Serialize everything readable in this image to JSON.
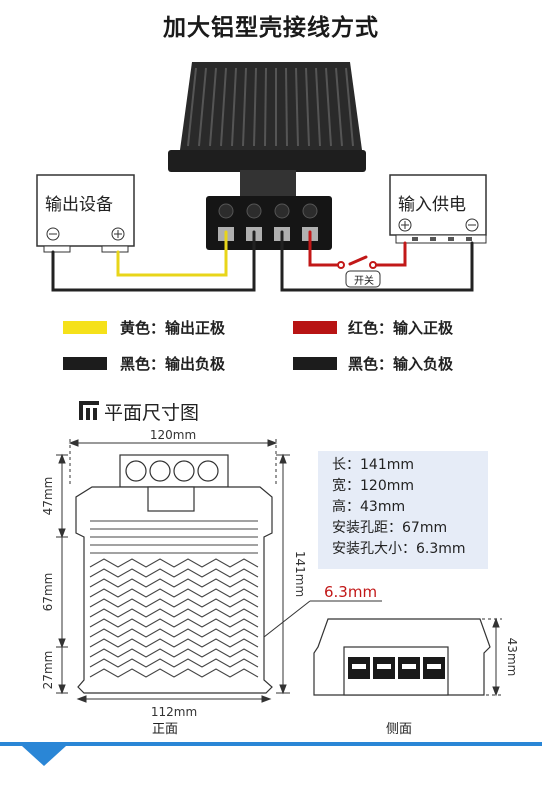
{
  "title": "加大铝型壳接线方式",
  "wiring": {
    "output_device": "输出设备",
    "input_supply": "输入供电",
    "switch_label": "开关"
  },
  "legend": [
    {
      "color": "#f5e11a",
      "text": "黄色：输出正极"
    },
    {
      "color": "#b81414",
      "text": "红色：输入正极"
    },
    {
      "color": "#1c1c1c",
      "text": "黑色：输出负极"
    },
    {
      "color": "#1c1c1c",
      "text": "黑色：输入负极"
    }
  ],
  "plan": {
    "title": "平面尺寸图",
    "dims": {
      "top_width": "120mm",
      "bottom_width": "112mm",
      "height": "141mm",
      "upper": "47mm",
      "middle": "67mm",
      "lower": "27mm",
      "hole": "6.3mm",
      "side_height": "43mm"
    },
    "specs": [
      "长：141mm",
      "宽：120mm",
      "高：43mm",
      "安装孔距：67mm",
      "安装孔大小：6.3mm"
    ],
    "front_label": "正面",
    "side_label": "侧面"
  },
  "colors": {
    "accent": "#2a86d6",
    "spec_bg": "#e6ecf7"
  }
}
